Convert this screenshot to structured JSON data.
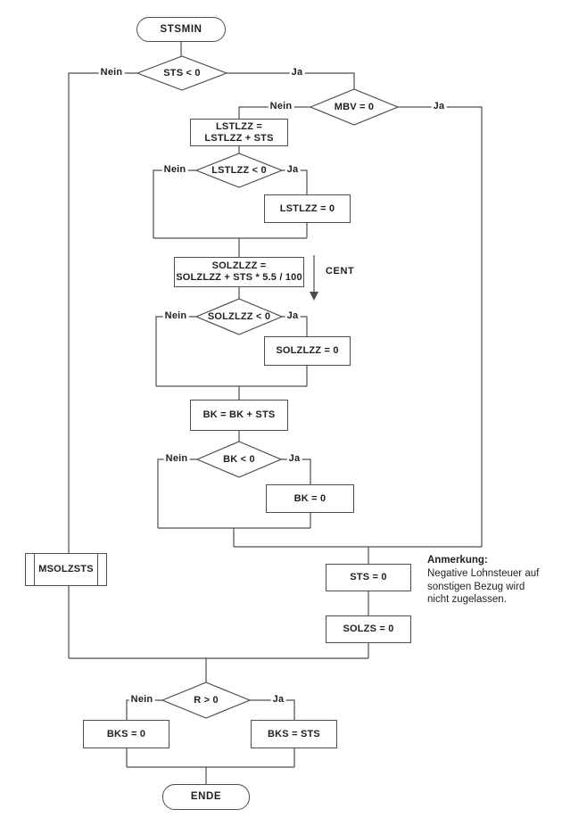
{
  "flowchart": {
    "nodes": {
      "start": "STSMIN",
      "decision_sts": "STS < 0",
      "decision_mbv": "MBV = 0",
      "lstlzz_add_line1": "LSTLZZ =",
      "lstlzz_add_line2": "LSTLZZ + STS",
      "decision_lstlzz": "LSTLZZ < 0",
      "lstlzz_zero": "LSTLZZ = 0",
      "solzlzz_add_line1": "SOLZLZZ =",
      "solzlzz_add_line2": "SOLZLZZ + STS * 5.5 / 100",
      "decision_solzlzz": "SOLZLZZ < 0",
      "solzlzz_zero": "SOLZLZZ = 0",
      "bk_add": "BK = BK + STS",
      "decision_bk": "BK < 0",
      "bk_zero": "BK = 0",
      "sts_zero": "STS = 0",
      "solzs_zero": "SOLZS = 0",
      "subroutine": "MSOLZSTS",
      "decision_r": "R > 0",
      "bks_zero": "BKS = 0",
      "bks_sts": "BKS = STS",
      "end": "ENDE"
    },
    "labels": {
      "yes": "Ja",
      "no": "Nein",
      "cent": "CENT"
    },
    "annotation": {
      "heading": "Anmerkung:",
      "body_line1": "Negative Lohnsteuer auf",
      "body_line2": "sonstigen Bezug wird",
      "body_line3": "nicht zugelassen."
    },
    "colors": {
      "line": "#4d4d4d",
      "text": "#1f1f1f",
      "background": "#ffffff"
    }
  }
}
